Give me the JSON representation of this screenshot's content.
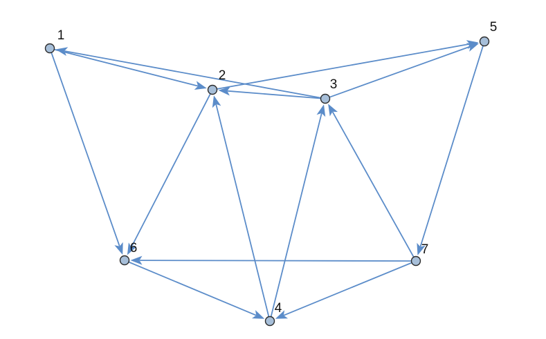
{
  "graph": {
    "colors": {
      "edge": "#5b8cc9",
      "node_fill": "#a7bfd9",
      "node_stroke": "#2b2b2b",
      "label": "#111111"
    },
    "nodes": [
      {
        "id": "1",
        "label": "1"
      },
      {
        "id": "2",
        "label": "2"
      },
      {
        "id": "3",
        "label": "3"
      },
      {
        "id": "4",
        "label": "4"
      },
      {
        "id": "5",
        "label": "5"
      },
      {
        "id": "6",
        "label": "6"
      },
      {
        "id": "7",
        "label": "7"
      }
    ],
    "edges": [
      {
        "from": "1",
        "to": "2"
      },
      {
        "from": "1",
        "to": "6"
      },
      {
        "from": "3",
        "to": "1"
      },
      {
        "from": "3",
        "to": "2"
      },
      {
        "from": "3",
        "to": "5"
      },
      {
        "from": "2",
        "to": "5"
      },
      {
        "from": "2",
        "to": "6"
      },
      {
        "from": "4",
        "to": "2"
      },
      {
        "from": "4",
        "to": "3"
      },
      {
        "from": "5",
        "to": "7"
      },
      {
        "from": "6",
        "to": "4"
      },
      {
        "from": "7",
        "to": "6"
      },
      {
        "from": "7",
        "to": "3"
      },
      {
        "from": "7",
        "to": "4"
      }
    ]
  }
}
